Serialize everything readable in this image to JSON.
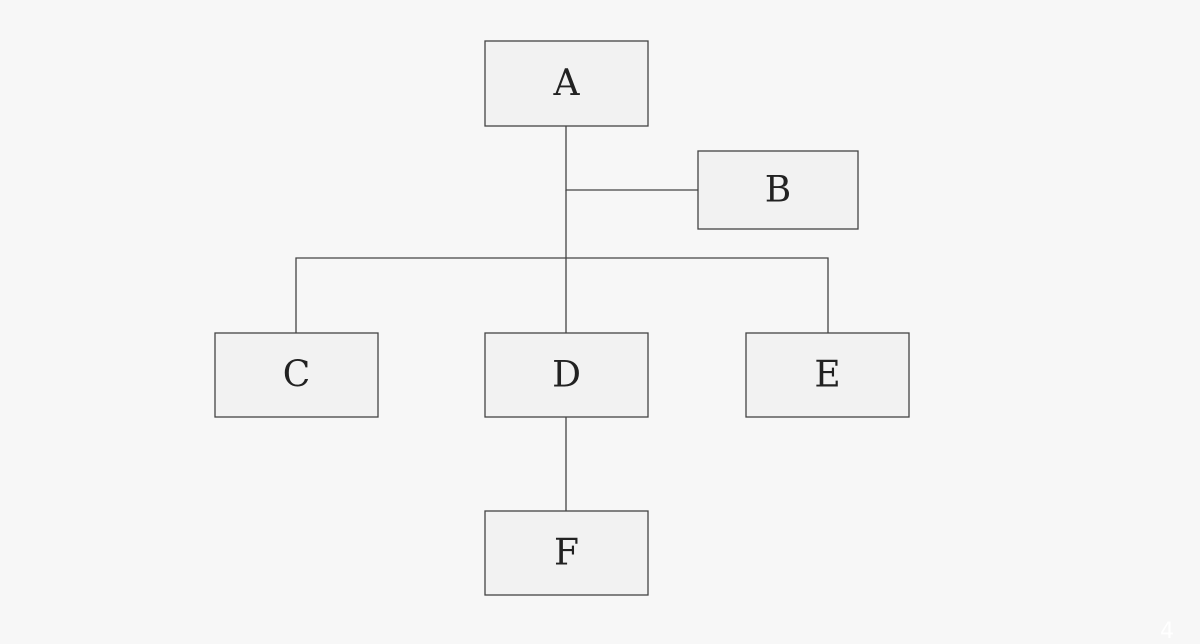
{
  "diagram": {
    "type": "hierarchy",
    "nodes": [
      {
        "id": "A",
        "label": "A"
      },
      {
        "id": "B",
        "label": "B"
      },
      {
        "id": "C",
        "label": "C"
      },
      {
        "id": "D",
        "label": "D"
      },
      {
        "id": "E",
        "label": "E"
      },
      {
        "id": "F",
        "label": "F"
      }
    ],
    "edges": [
      {
        "from": "A",
        "to": "B"
      },
      {
        "from": "A",
        "to": "C"
      },
      {
        "from": "A",
        "to": "D"
      },
      {
        "from": "A",
        "to": "E"
      },
      {
        "from": "D",
        "to": "F"
      }
    ],
    "colors": {
      "background": "#f7f7f7",
      "node_fill": "#f2f2f2",
      "stroke": "#444444",
      "text": "#222222"
    }
  },
  "corner_mark": "4"
}
